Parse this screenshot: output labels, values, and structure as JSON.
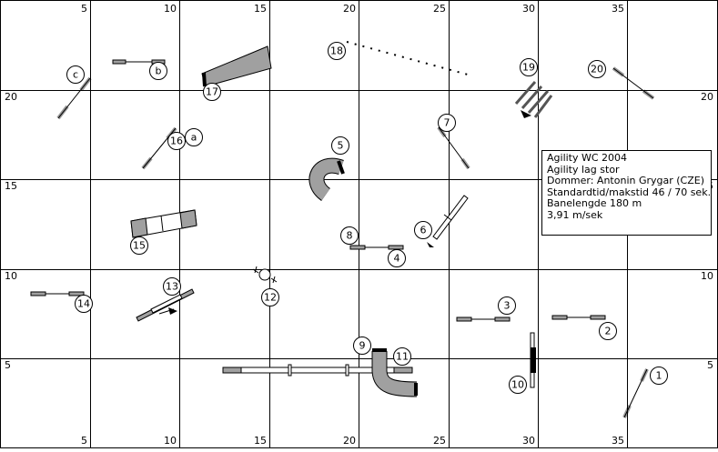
{
  "grid": {
    "top_labels": [
      "5",
      "10",
      "15",
      "20",
      "25",
      "30",
      "35"
    ],
    "bottom_labels": [
      "5",
      "10",
      "15",
      "20",
      "25",
      "30",
      "35"
    ],
    "left_labels": [
      "20",
      "15",
      "10",
      "5"
    ],
    "right_labels": [
      "20",
      "15",
      "10",
      "5"
    ]
  },
  "obstacle_labels": {
    "n1": "1",
    "n2": "2",
    "n3": "3",
    "n4": "4",
    "n5": "5",
    "n6": "6",
    "n7": "7",
    "n8": "8",
    "n9": "9",
    "n10": "10",
    "n11": "11",
    "n12": "12",
    "n13": "13",
    "n14": "14",
    "n15": "15",
    "n16": "16",
    "n17": "17",
    "n18": "18",
    "n19": "19",
    "n20": "20",
    "a": "a",
    "b": "b",
    "c": "c"
  },
  "info": {
    "line1": "Agility WC 2004",
    "line2": "Agility lag stor",
    "line3": "Dommer: Antonin Grygar  (CZE)",
    "line4": "Standardtid/makstid 46 / 70 sek.",
    "line5": "Banelengde 180 m",
    "line6": "3,91 m/sek"
  }
}
